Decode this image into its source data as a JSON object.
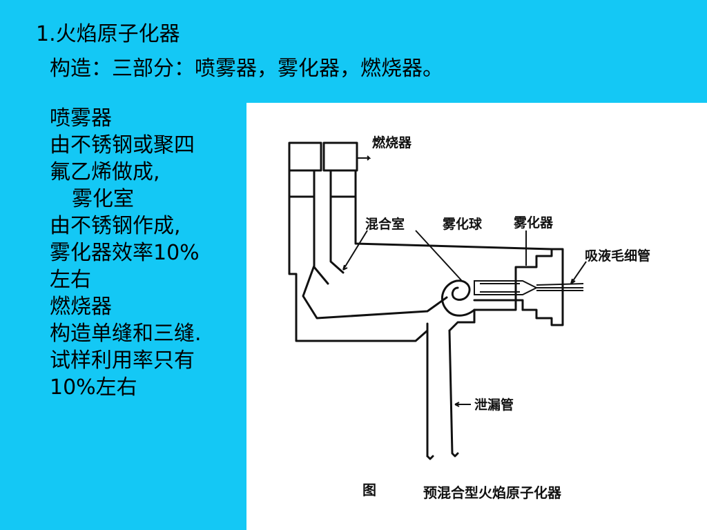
{
  "header": {
    "title": "1.火焰原子化器",
    "subtitle": "构造：三部分：喷雾器，雾化器，燃烧器。"
  },
  "body": {
    "lines": [
      "喷雾器",
      "由不锈钢或聚四",
      "氟乙烯做成,",
      "雾化室",
      "由不锈钢作成,",
      "雾化器效率10%",
      "左右",
      "燃烧器",
      "构造单缝和三缝.",
      "试样利用率只有",
      "10%左右"
    ]
  },
  "figure": {
    "labels": {
      "burner": "燃烧器",
      "mixing_chamber": "混合室",
      "atomizing_ball": "雾化球",
      "atomizer": "雾化器",
      "capillary": "吸液毛细管",
      "drain": "泄漏管"
    },
    "caption_prefix": "图",
    "caption": "预混合型火焰原子化器"
  }
}
